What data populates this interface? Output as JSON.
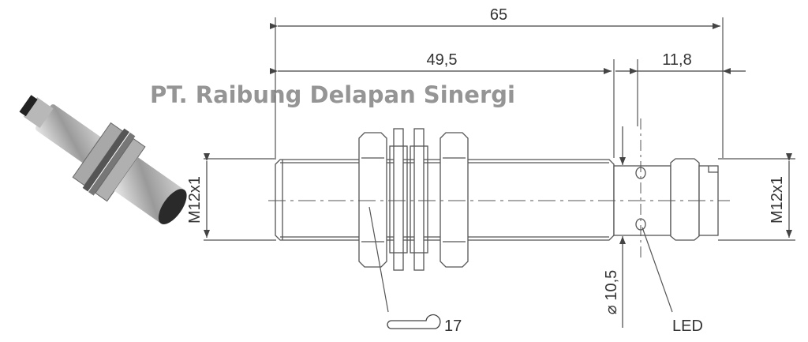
{
  "watermark": "PT. Raibung Delapan Sinergi",
  "dimensions": {
    "overall_length": "65",
    "thread_length": "49,5",
    "connector_length": "11,8",
    "thread_left": "M12x1",
    "thread_right": "M12x1",
    "neck_diameter": "⌀ 10,5",
    "wrench_size": "17",
    "led_label": "LED"
  },
  "colors": {
    "line": "#555555",
    "watermark": "#8a8a8a"
  }
}
